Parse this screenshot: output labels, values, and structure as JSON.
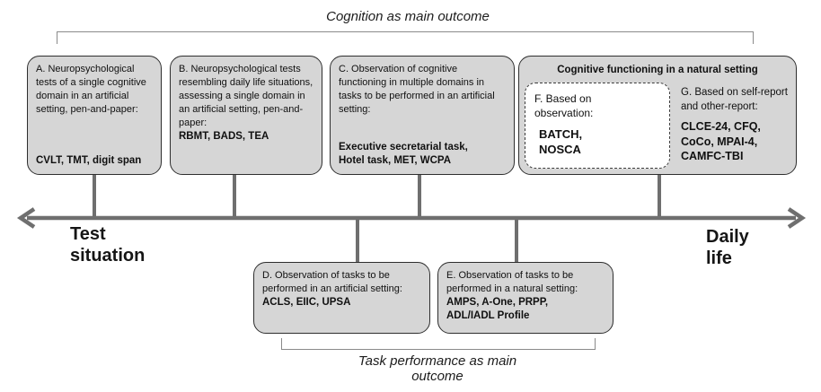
{
  "figure": {
    "top_outcome_label": "Cognition as main outcome",
    "bottom_outcome_label": "Task performance as main outcome",
    "axis": {
      "left_label": "Test situation",
      "right_label": "Daily life"
    },
    "boxes": {
      "a": {
        "desc": "A. Neuropsychological tests of a single cognitive domain in an artificial setting, pen-and-paper:",
        "tests": "CVLT, TMT, digit span"
      },
      "b": {
        "desc": "B. Neuropsychological tests resembling daily life situations, assessing a single domain in an artificial setting, pen-and-paper:",
        "tests": "RBMT, BADS, TEA"
      },
      "c": {
        "desc": "C. Observation of cognitive functioning in multiple domains in tasks to be performed in an artificial setting:",
        "tests": "Executive secretarial task, Hotel task, MET, WCPA"
      },
      "d": {
        "desc": "D. Observation of tasks to be performed in an artificial setting:",
        "tests": "ACLS, EIIC, UPSA"
      },
      "e": {
        "desc": "E. Observation of tasks to be performed in a natural setting:",
        "tests": "AMPS, A-One, PRPP, ADL/IADL Profile"
      },
      "fg": {
        "title": "Cognitive functioning in a natural setting",
        "f": {
          "desc": "F. Based on observation:",
          "tests": "BATCH, NOSCA"
        },
        "g": {
          "desc": "G. Based on self-report and other-report:",
          "tests": "CLCE-24, CFQ, CoCo, MPAI-4, CAMFC-TBI"
        }
      }
    },
    "colors": {
      "box_fill": "#d6d6d6",
      "box_border": "#2e2e2e",
      "axis_gray": "#6f6f6f",
      "bracket_gray": "#8a8a8a"
    }
  }
}
